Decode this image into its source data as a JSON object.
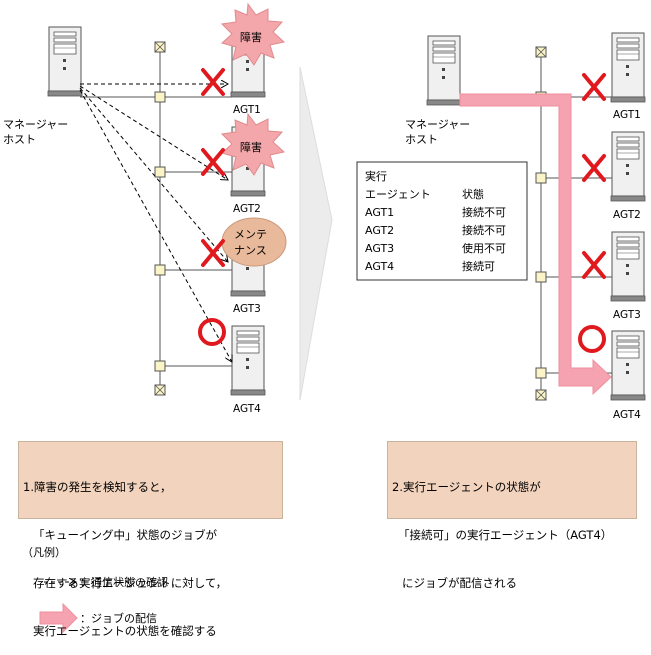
{
  "left": {
    "manager_host": [
      "マネージャー",
      "ホスト"
    ],
    "agents": [
      "AGT1",
      "AGT2",
      "AGT3",
      "AGT4"
    ],
    "burst_labels": [
      "障害",
      "障害"
    ],
    "maintenance_label": [
      "メンテ",
      "ナンス"
    ]
  },
  "right": {
    "manager_host": [
      "マネージャー",
      "ホスト"
    ],
    "agents": [
      "AGT1",
      "AGT2",
      "AGT3",
      "AGT4"
    ],
    "status_table": {
      "header": [
        "実行",
        "エージェント",
        "状態"
      ],
      "rows": [
        {
          "agent": "AGT1",
          "status": "接続不可"
        },
        {
          "agent": "AGT2",
          "status": "接続不可"
        },
        {
          "agent": "AGT3",
          "status": "使用不可"
        },
        {
          "agent": "AGT4",
          "status": "接続可"
        }
      ]
    }
  },
  "step1": [
    "1.障害の発生を検知すると，",
    "「キューイング中」状態のジョブが",
    "存在する実行エージェントに対して，",
    "実行エージェントの状態を確認する"
  ],
  "step2": [
    "2.実行エージェントの状態が",
    "「接続可」の実行エージェント（AGT4）",
    "にジョブが配信される"
  ],
  "legend": {
    "title": "（凡例）",
    "dashed_arrow_label": "：通信状態の確認",
    "thick_arrow_label": "：ジョブの配信"
  },
  "colors": {
    "fault_red": "#e0191f",
    "burst_pink": "#f3a7aa",
    "maintenance_tan": "#e8b99a",
    "delivery_pink": "#f5a3b0",
    "desc_bg": "#f2d3bd"
  }
}
